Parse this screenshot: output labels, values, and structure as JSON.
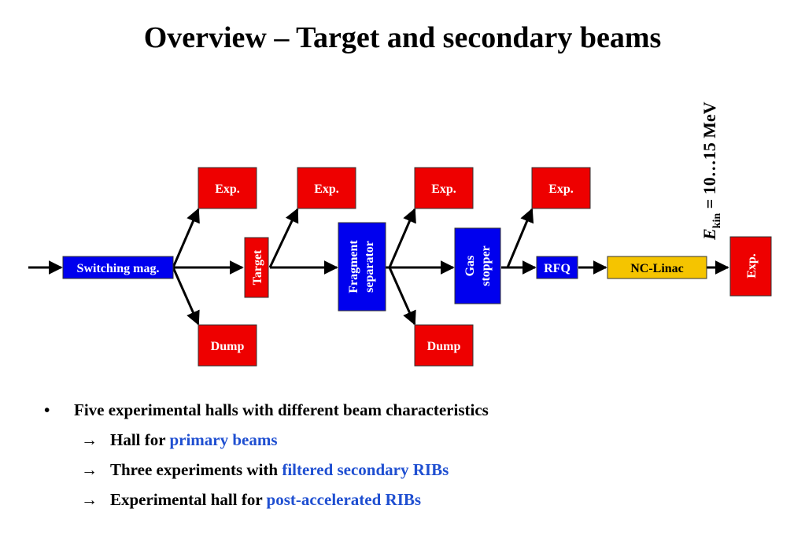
{
  "title": "Overview – Target and secondary beams",
  "diagram": {
    "nodes": {
      "switching": "Switching mag.",
      "target": "Target",
      "fragment_l1": "Fragment",
      "fragment_l2": "separator",
      "gas_l1": "Gas",
      "gas_l2": "stopper",
      "rfq": "RFQ",
      "linac": "NC-Linac",
      "exp": "Exp.",
      "dump": "Dump"
    },
    "energy": {
      "symbol": "E",
      "subscript": "kin",
      "value": " = 10…15 MeV"
    },
    "colors": {
      "blue": "#0000ee",
      "red": "#ee0000",
      "yellow": "#f5c400"
    }
  },
  "bullets": {
    "marker": "•",
    "arrow": "→",
    "main": "Five experimental halls with different beam characteristics",
    "items": [
      {
        "prefix": "Hall for ",
        "highlight": "primary beams"
      },
      {
        "prefix": "Three experiments with ",
        "highlight": "filtered secondary RIBs"
      },
      {
        "prefix": "Experimental hall for ",
        "highlight": "post-accelerated RIBs"
      }
    ]
  }
}
